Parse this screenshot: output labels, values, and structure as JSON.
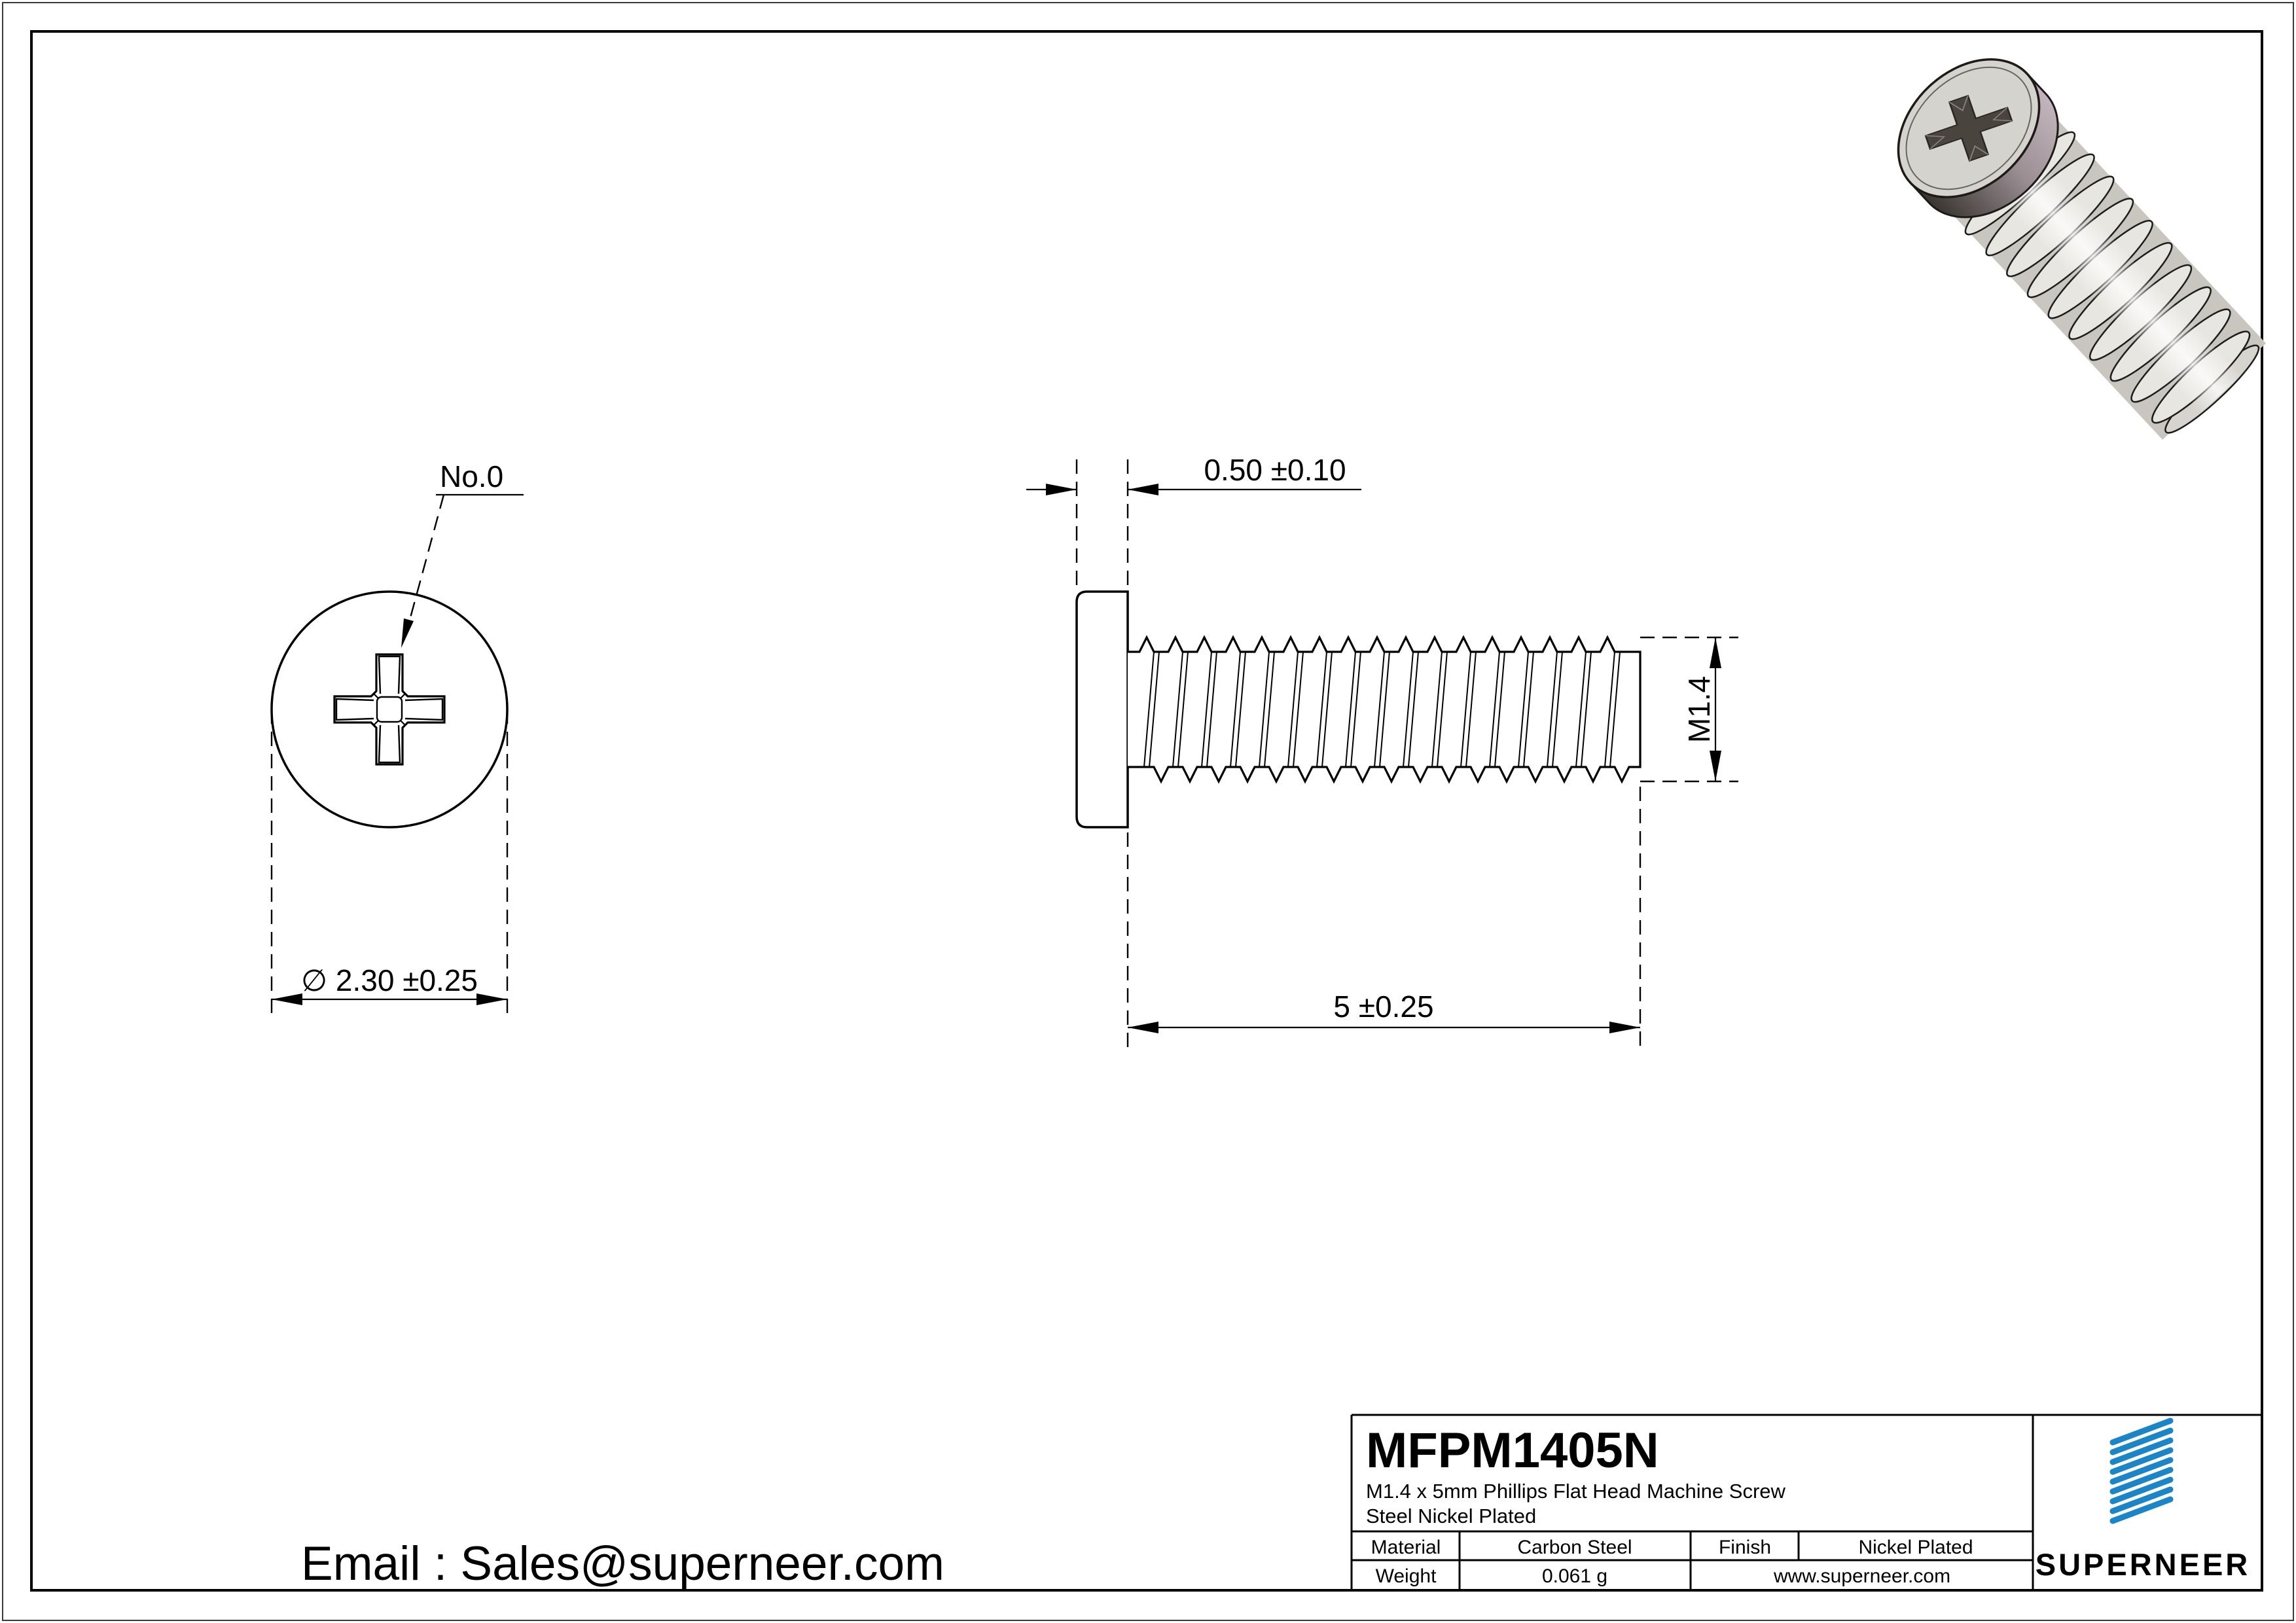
{
  "brand": {
    "name": "SUPERNEER",
    "accent_color": "#1b85c7",
    "stripes_icon": "diagonal-stripes-icon"
  },
  "front_view": {
    "callout_label": "No.0",
    "diameter_dimension": "∅ 2.30 ±0.25"
  },
  "side_view": {
    "head_height_dimension": "0.50 ±0.10",
    "thread_size_dimension": "M1.4",
    "length_dimension": "5 ±0.25"
  },
  "contact": {
    "email": "Email : Sales@superneer.com"
  },
  "title_block": {
    "part_number": "MFPM1405N",
    "description_line1": "M1.4 x 5mm Phillips Flat Head Machine Screw",
    "description_line2": "Steel Nickel Plated",
    "table": {
      "material_label": "Material",
      "material_value": "Carbon Steel",
      "finish_label": "Finish",
      "finish_value": "Nickel Plated",
      "weight_label": "Weight",
      "weight_value": "0.061 g",
      "website": "www.superneer.com"
    }
  },
  "render_colors": {
    "metal_face": "#d5d3ce",
    "metal_body": "#c9c5bf",
    "ridge_light": "#e8e6e1",
    "recess_dark": "#4a443e",
    "band_dark": "#3a3531",
    "band_light": "#c3b5bd"
  }
}
